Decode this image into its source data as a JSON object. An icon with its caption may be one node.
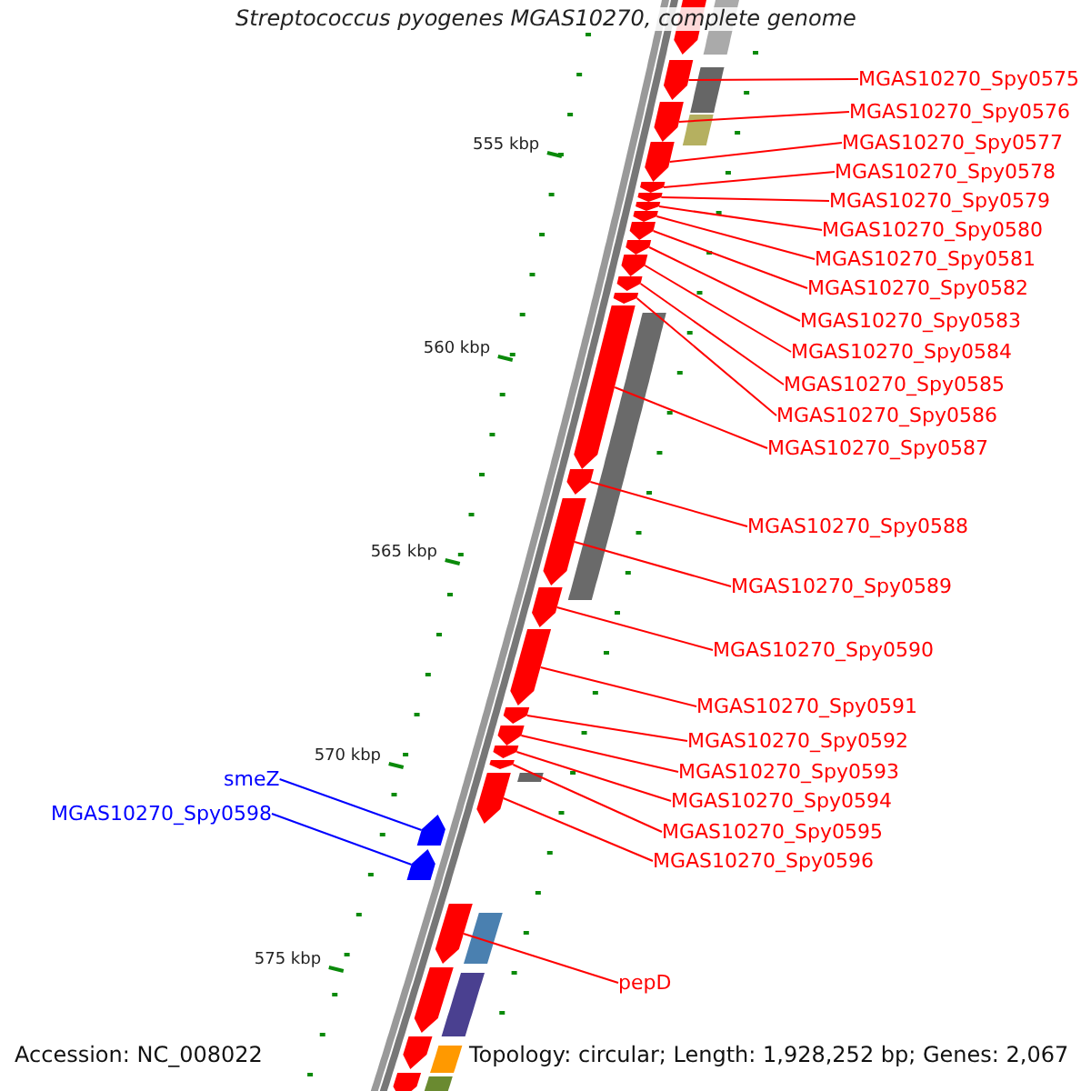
{
  "diagram": {
    "title": "Streptococcus pyogenes MGAS10270, complete genome",
    "nodes": [
      {
        "text": [
          "MGAS10270_Spy0575"
        ]
      },
      {
        "text": [
          "MGAS10270_Spy0576"
        ]
      },
      {
        "text": [
          "MGAS10270_Spy0577"
        ]
      },
      {
        "text": [
          "MGAS10270_Spy0578"
        ]
      },
      {
        "text": [
          "MGAS10270_Spy0579"
        ]
      },
      {
        "text": [
          "MGAS10270_Spy0580"
        ]
      },
      {
        "text": [
          "MGAS10270_Spy0581"
        ]
      },
      {
        "text": [
          "MGAS10270_Spy0582"
        ]
      },
      {
        "text": [
          "MGAS10270_Spy0583"
        ]
      },
      {
        "text": [
          "MGAS10270_Spy0584"
        ]
      },
      {
        "text": [
          "MGAS10270_Spy0585"
        ]
      },
      {
        "text": [
          "MGAS10270_Spy0586"
        ]
      },
      {
        "text": [
          "MGAS10270_Spy0587"
        ]
      },
      {
        "text": [
          "MGAS10270_Spy0588"
        ]
      },
      {
        "text": [
          "MGAS10270_Spy0589"
        ]
      },
      {
        "text": [
          "MGAS10270_Spy0590"
        ]
      },
      {
        "text": [
          "MGAS10270_Spy0591"
        ]
      },
      {
        "text": [
          "MGAS10270_Spy0592"
        ]
      },
      {
        "text": [
          "MGAS10270_Spy0593"
        ]
      },
      {
        "text": [
          "MGAS10270_Spy0594"
        ]
      },
      {
        "text": [
          "MGAS10270_Spy0595"
        ]
      },
      {
        "text": [
          "MGAS10270_Spy0596"
        ]
      },
      {
        "text": [
          "smeZ"
        ]
      },
      {
        "text": [
          "MGAS10270_Spy0598"
        ]
      },
      {
        "text": [
          "pepD"
        ]
      },
      {
        "text": [],
        "shape": "arrow"
      },
      {
        "text": [],
        "shape": "arrow"
      },
      {
        "text": [],
        "shape": "arrow"
      },
      {
        "text": [],
        "shape": "arrow"
      },
      {
        "text": [],
        "shape": "arrow"
      },
      {
        "text": [],
        "shape": "arrow"
      },
      {
        "text": [],
        "shape": "arrow"
      },
      {
        "text": [],
        "shape": "arrow"
      },
      {
        "text": [],
        "shape": "arrow"
      },
      {
        "text": [],
        "shape": "arrow"
      },
      {
        "text": [],
        "shape": "arrow"
      },
      {
        "text": [],
        "shape": "arrow"
      },
      {
        "text": [],
        "shape": "arrow"
      },
      {
        "text": [],
        "shape": "arrow"
      },
      {
        "text": [],
        "shape": "arrow"
      },
      {
        "text": [],
        "shape": "arrow"
      },
      {
        "text": [],
        "shape": "arrow"
      },
      {
        "text": [],
        "shape": "arrow"
      },
      {
        "text": [],
        "shape": "arrow"
      },
      {
        "text": [],
        "shape": "arrow"
      },
      {
        "text": [],
        "shape": "arrow"
      },
      {
        "text": [],
        "shape": "arrow"
      },
      {
        "text": [],
        "shape": "arrow"
      },
      {
        "text": [],
        "shape": "arrow"
      },
      {
        "text": [],
        "shape": "arrow"
      },
      {
        "text": [],
        "shape": "arrow"
      },
      {
        "text": [],
        "shape": "arrow"
      },
      {
        "text": [],
        "shape": "arrow"
      },
      {
        "text": [],
        "shape": "arrow"
      }
    ],
    "edges": [
      {
        "from": 0,
        "to": 25,
        "arrow": "none"
      },
      {
        "from": 1,
        "to": 26,
        "arrow": "none"
      },
      {
        "from": 2,
        "to": 27,
        "arrow": "none"
      },
      {
        "from": 3,
        "to": 28,
        "arrow": "none"
      },
      {
        "from": 4,
        "to": 29,
        "arrow": "none"
      },
      {
        "from": 5,
        "to": 30,
        "arrow": "none"
      },
      {
        "from": 6,
        "to": 31,
        "arrow": "none"
      },
      {
        "from": 7,
        "to": 32,
        "arrow": "none"
      },
      {
        "from": 8,
        "to": 33,
        "arrow": "none"
      },
      {
        "from": 9,
        "to": 34,
        "arrow": "none"
      },
      {
        "from": 10,
        "to": 35,
        "arrow": "none"
      },
      {
        "from": 11,
        "to": 36,
        "arrow": "none"
      },
      {
        "from": 12,
        "to": 37,
        "arrow": "none"
      },
      {
        "from": 13,
        "to": 38,
        "arrow": "none"
      },
      {
        "from": 14,
        "to": 39,
        "arrow": "none"
      },
      {
        "from": 15,
        "to": 40,
        "arrow": "none"
      },
      {
        "from": 16,
        "to": 41,
        "arrow": "none"
      },
      {
        "from": 17,
        "to": 42,
        "arrow": "none"
      },
      {
        "from": 18,
        "to": 43,
        "arrow": "none"
      },
      {
        "from": 19,
        "to": 44,
        "arrow": "none"
      },
      {
        "from": 20,
        "to": 45,
        "arrow": "none"
      },
      {
        "from": 21,
        "to": 46,
        "arrow": "none"
      },
      {
        "from": 22,
        "to": 47,
        "arrow": "none",
        "color": "#0000ff"
      },
      {
        "from": 23,
        "to": 48,
        "arrow": "none",
        "color": "#0000ff"
      },
      {
        "from": 24,
        "to": 49,
        "arrow": "none"
      }
    ],
    "labels": [
      "555 kbp",
      "560 kbp",
      "565 kbp",
      "570 kbp",
      "575 kbp",
      "Accession: NC_008022",
      "Topology: circular; Length: 1,928,252 bp; Genes: 2,067"
    ]
  }
}
